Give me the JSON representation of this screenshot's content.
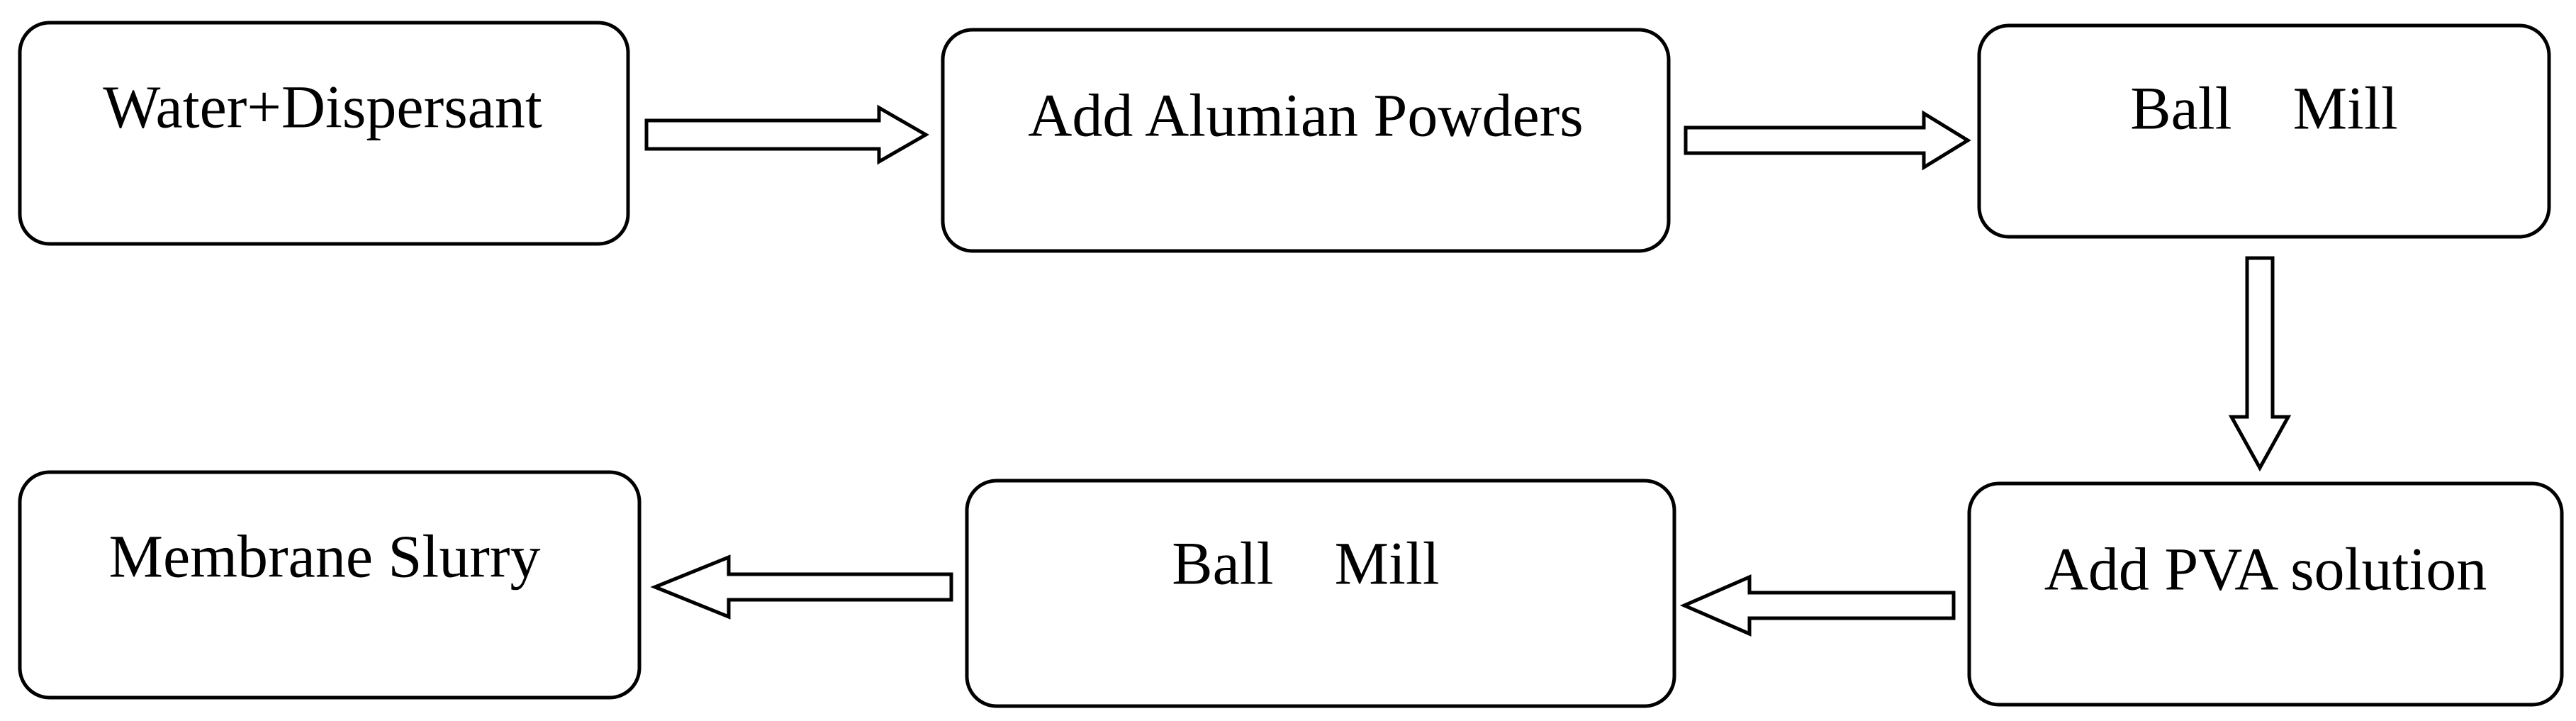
{
  "steps": [
    {
      "id": "step-1",
      "label": "Water+Dispersant"
    },
    {
      "id": "step-2",
      "label": "Add Alumian Powders"
    },
    {
      "id": "step-3",
      "label": "Ball    Mill"
    },
    {
      "id": "step-4",
      "label": "Add PVA solution"
    },
    {
      "id": "step-5",
      "label": "Ball    Mill"
    },
    {
      "id": "step-6",
      "label": "Membrane Slurry"
    }
  ],
  "flow": [
    {
      "from": "step-1",
      "to": "step-2",
      "direction": "right"
    },
    {
      "from": "step-2",
      "to": "step-3",
      "direction": "right"
    },
    {
      "from": "step-3",
      "to": "step-4",
      "direction": "down"
    },
    {
      "from": "step-4",
      "to": "step-5",
      "direction": "left"
    },
    {
      "from": "step-5",
      "to": "step-6",
      "direction": "left"
    }
  ],
  "colors": {
    "stroke": "#000000",
    "fill": "#ffffff",
    "text": "#000000"
  }
}
